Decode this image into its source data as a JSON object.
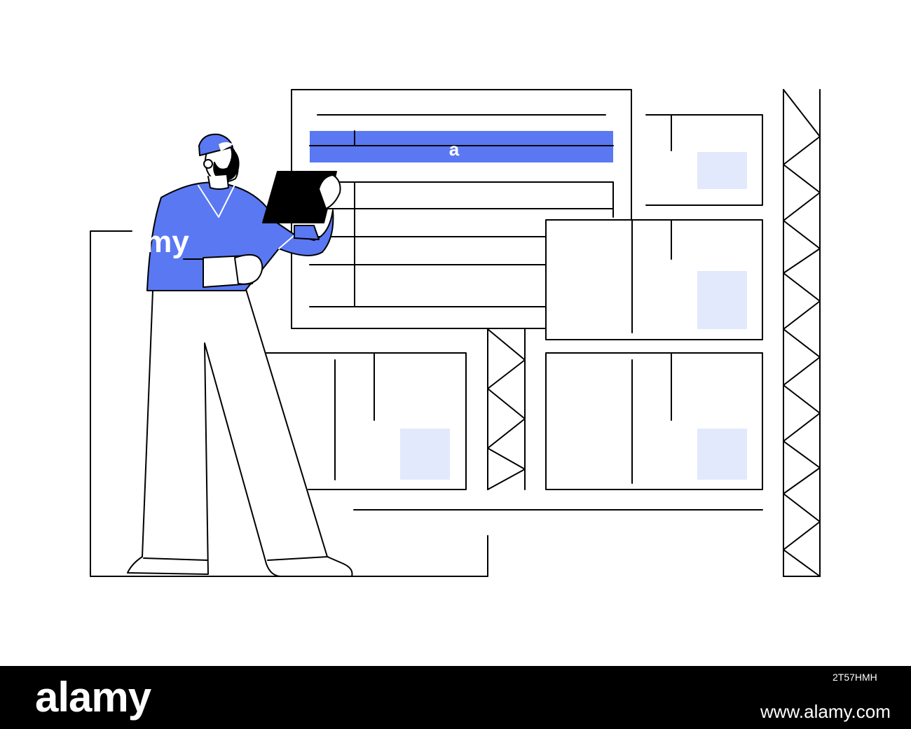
{
  "watermark": {
    "letter": "a",
    "word": "my",
    "logo": "alamy",
    "image_id": "2T57HMH",
    "url": "www.alamy.com"
  },
  "icons": {
    "worker": "warehouse-worker-figure",
    "tablet": "tablet-icon",
    "boxes": "cardboard-box-icon",
    "rack": "rack-truss-icon"
  },
  "colors": {
    "accent_blue": "#5a78f2",
    "light_blue": "#e2e9fc",
    "line": "#000000",
    "background": "#ffffff",
    "footer": "#000000"
  }
}
